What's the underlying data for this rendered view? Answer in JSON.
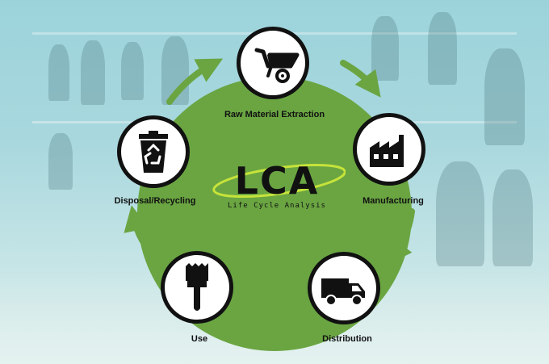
{
  "logo": {
    "acronym": "LCA",
    "subtitle": "Life Cycle Analysis"
  },
  "stages": [
    {
      "label": "Raw Material Extraction",
      "icon": "wheelbarrow-icon"
    },
    {
      "label": "Manufacturing",
      "icon": "factory-icon"
    },
    {
      "label": "Distribution",
      "icon": "truck-icon"
    },
    {
      "label": "Use",
      "icon": "paintbrush-icon"
    },
    {
      "label": "Disposal/Recycling",
      "icon": "recycle-bin-icon"
    }
  ],
  "colors": {
    "hub": "#6aa542",
    "arrow": "#6aa542",
    "ring": "#111111",
    "background": "#a9d8de"
  }
}
